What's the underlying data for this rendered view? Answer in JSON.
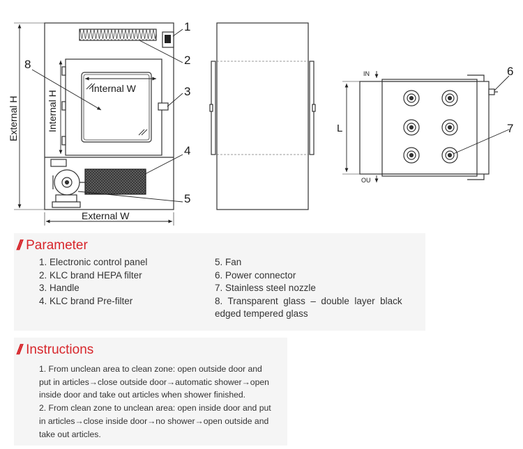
{
  "diagram": {
    "callouts": [
      "1",
      "2",
      "3",
      "4",
      "5",
      "6",
      "7",
      "8"
    ],
    "dims": {
      "external_h": "External H",
      "internal_h": "Internal H",
      "internal_w": "Internal W",
      "external_w": "External W",
      "length": "L",
      "inlet": "IN",
      "outlet": "OU"
    }
  },
  "parameter": {
    "title": "Parameter",
    "left_items": [
      "1. Electronic control panel",
      "2. KLC brand HEPA filter",
      "3. Handle",
      "4. KLC brand Pre-filter"
    ],
    "right_items": [
      "5. Fan",
      "6. Power connector",
      "7. Stainless steel nozzle",
      "8.  Transparent  glass  –  double  layer  black",
      "edged tempered glass"
    ]
  },
  "instructions": {
    "title": "Instructions",
    "lines": [
      "1. From unclean area to clean zone: open outside door and",
      "put in articles→close outside door→automatic shower→open",
      "inside door and take out articles when shower finished.",
      "2. From clean zone to unclean area: open inside door and put",
      "in articles→close inside door→no shower→open outside and",
      "take out articles."
    ]
  },
  "colors": {
    "accent": "#d7262b",
    "line": "#333333",
    "panel_bg": "#f5f5f5"
  }
}
